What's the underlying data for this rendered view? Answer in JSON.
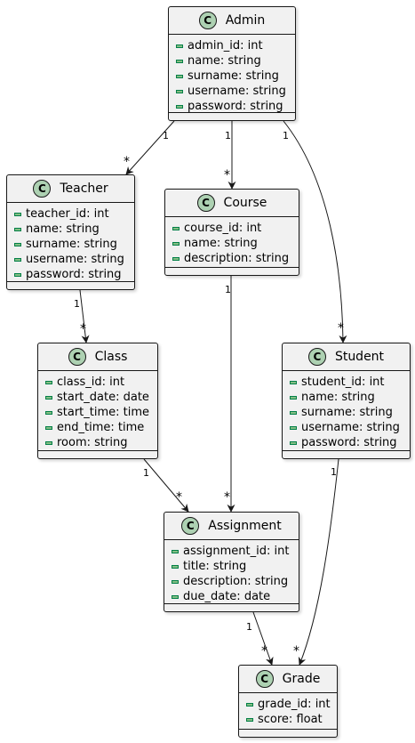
{
  "classes": {
    "admin": {
      "name": "Admin",
      "badge": "C",
      "fields": [
        "admin_id: int",
        "name: string",
        "surname: string",
        "username: string",
        "password: string"
      ]
    },
    "teacher": {
      "name": "Teacher",
      "badge": "C",
      "fields": [
        "teacher_id: int",
        "name: string",
        "surname: string",
        "username: string",
        "password: string"
      ]
    },
    "course": {
      "name": "Course",
      "badge": "C",
      "fields": [
        "course_id: int",
        "name: string",
        "description: string"
      ]
    },
    "class": {
      "name": "Class",
      "badge": "C",
      "fields": [
        "class_id: int",
        "start_date: date",
        "start_time: time",
        "end_time: time",
        "room: string"
      ]
    },
    "student": {
      "name": "Student",
      "badge": "C",
      "fields": [
        "student_id: int",
        "name: string",
        "surname: string",
        "username: string",
        "password: string"
      ]
    },
    "assignment": {
      "name": "Assignment",
      "badge": "C",
      "fields": [
        "assignment_id: int",
        "title: string",
        "description: string",
        "due_date: date"
      ]
    },
    "grade": {
      "name": "Grade",
      "badge": "C",
      "fields": [
        "grade_id: int",
        "score: float"
      ]
    }
  },
  "relations": [
    {
      "from": "Admin",
      "to": "Teacher",
      "from_mult": "1",
      "to_mult": "*"
    },
    {
      "from": "Admin",
      "to": "Course",
      "from_mult": "1",
      "to_mult": "*"
    },
    {
      "from": "Admin",
      "to": "Student",
      "from_mult": "1",
      "to_mult": "*"
    },
    {
      "from": "Teacher",
      "to": "Class",
      "from_mult": "1",
      "to_mult": "*"
    },
    {
      "from": "Course",
      "to": "Assignment",
      "from_mult": "1",
      "to_mult": "*"
    },
    {
      "from": "Class",
      "to": "Assignment",
      "from_mult": "1",
      "to_mult": "*"
    },
    {
      "from": "Student",
      "to": "Grade",
      "from_mult": "1",
      "to_mult": "*"
    },
    {
      "from": "Assignment",
      "to": "Grade",
      "from_mult": "1",
      "to_mult": "*"
    }
  ],
  "colors": {
    "class_fill": "#f1f1f1",
    "border": "#181818",
    "badge": "#add1b2",
    "field_marker": "#84be84"
  }
}
